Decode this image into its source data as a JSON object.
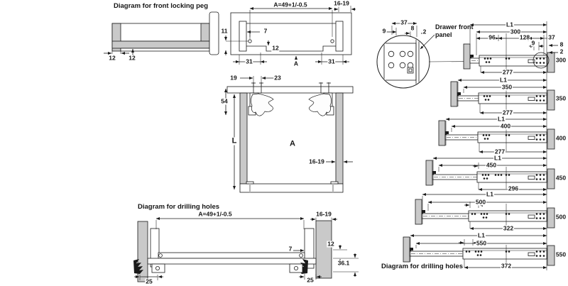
{
  "colors": {
    "background": "#ffffff",
    "line": "#1a1a1a",
    "wall_fill": "#c9c9c9",
    "rail_fill": "#ffffff"
  },
  "diagrams": {
    "front_locking_peg": {
      "title": "Diagram for front locking peg",
      "dim_peg_offset": "12",
      "dim_rail_height": "12"
    },
    "front_view": {
      "dim_width": "A=49+1/-0.5",
      "dim_side_thickness": "16-19",
      "dim_hole_bottom": "11",
      "dim_hole_side": "7",
      "dim_step": "12",
      "dim_edge_left": "31",
      "label_section": "A",
      "dim_edge_right": "31"
    },
    "cross_section": {
      "dim_front_offset": "19",
      "dim_second_offset": "23",
      "dim_top_clearance": "54",
      "label_cabinet_depth": "L",
      "label_inner_width": "A",
      "dim_wall_thickness": "16-19"
    },
    "drilling_holes_left": {
      "title": "Diagram for drilling holes",
      "dim_width": "A=49+1/-0.5",
      "dim_wall_thickness": "16-19",
      "dim_hole_side": "7",
      "dim_hole_top": "12",
      "dim_hole_bottom": "36.1",
      "dim_peg_left": "25",
      "dim_peg_right": "25"
    },
    "front_panel_detail": {
      "dim_width": "37",
      "dim_offset": "9",
      "dim_gap": "8",
      "dim_edge": "2",
      "label": "Drawer front panel"
    },
    "slide_lengths": {
      "title": "Diagram for drilling holes",
      "hole_dims": {
        "d96": "96",
        "d128": "128",
        "d37": "37",
        "d9": "9",
        "d8": "8",
        "d2": "2"
      },
      "rows": [
        {
          "l1": "L1",
          "length": "300",
          "hole_distance": "277",
          "size": "300"
        },
        {
          "l1": "L1",
          "length": "350",
          "hole_distance": "277",
          "size": "350"
        },
        {
          "l1": "L1",
          "length": "400",
          "hole_distance": "277",
          "size": "400"
        },
        {
          "l1": "L1",
          "length": "450",
          "hole_distance": "296",
          "size": "450"
        },
        {
          "l1": "L1",
          "length": "500",
          "hole_distance": "322",
          "size": "500"
        },
        {
          "l1": "L1",
          "length": "550",
          "hole_distance": "372",
          "size": "550"
        }
      ]
    }
  }
}
